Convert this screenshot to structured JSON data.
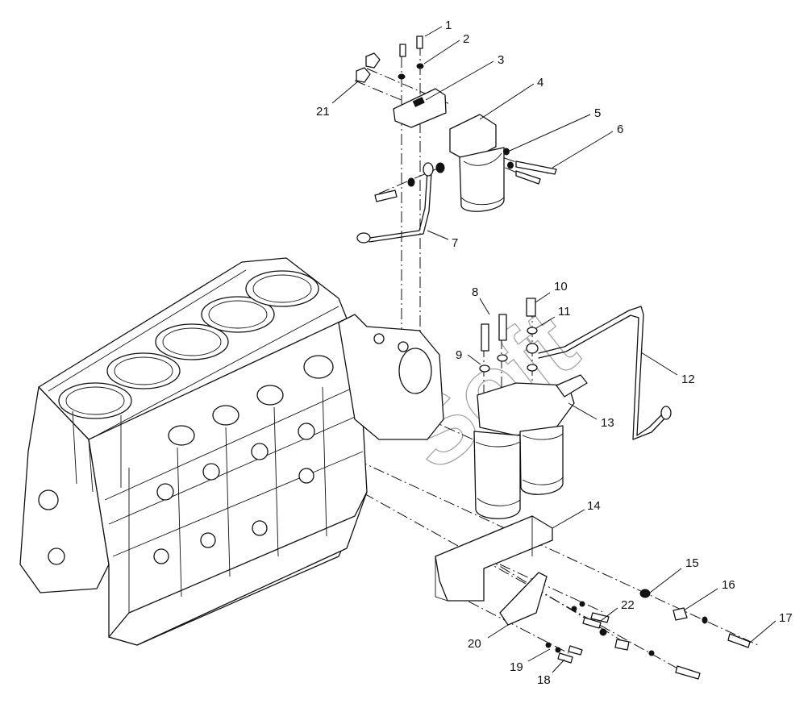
{
  "watermark": "Soft",
  "callouts": [
    "1",
    "2",
    "3",
    "4",
    "5",
    "6",
    "7",
    "8",
    "9",
    "10",
    "11",
    "12",
    "13",
    "14",
    "15",
    "16",
    "17",
    "18",
    "19",
    "20",
    "21",
    "22"
  ]
}
